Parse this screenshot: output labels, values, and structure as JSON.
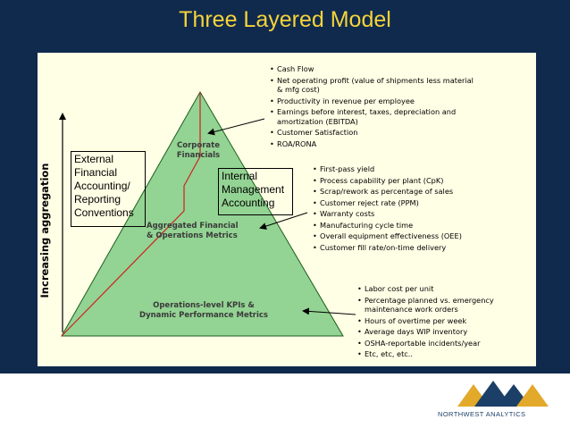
{
  "title": "Three Layered Model",
  "axis_label": "Increasing aggregation",
  "boxes": {
    "external": [
      "External",
      "Financial",
      "Accounting/",
      "Reporting",
      "Conventions"
    ],
    "internal": [
      "Internal",
      "Management",
      "Accounting"
    ]
  },
  "layers": {
    "top": [
      "Corporate",
      "Financials"
    ],
    "middle": [
      "Aggregated Financial",
      "& Operations Metrics"
    ],
    "bottom": [
      "Operations-level KPIs &",
      "Dynamic Performance Metrics"
    ]
  },
  "lists": {
    "corporate": [
      "Cash Flow",
      "Net operating profit (value of shipments less material & mfg cost)",
      "Productivity in revenue per employee",
      "Earnings before interest, taxes, depreciation and amortization (EBITDA)",
      "Customer Satisfaction",
      "ROA/RONA"
    ],
    "aggregated": [
      "First-pass yield",
      "Process capability per plant (CpK)",
      "Scrap/rework as percentage of sales",
      "Customer reject rate (PPM)",
      "Warranty costs",
      "Manufacturing cycle time",
      "Overall equipment effectiveness (OEE)",
      "Customer fill rate/on-time delivery"
    ],
    "operations": [
      "Labor cost per unit",
      "Percentage planned vs. emergency maintenance work orders",
      "Hours of overtime per week",
      "Average days WIP inventory",
      "OSHA-reportable incidents/year",
      "Etc, etc, etc.."
    ]
  },
  "logo": {
    "text": "NORTHWEST ANALYTICS",
    "colors": {
      "gold": "#e3a92a",
      "blue": "#1b3f66"
    }
  },
  "colors": {
    "background": "#0f2a4d",
    "title": "#f6d33b",
    "panel": "#ffffe6",
    "pyramid": "#93d393",
    "divider": "#cc2222"
  }
}
